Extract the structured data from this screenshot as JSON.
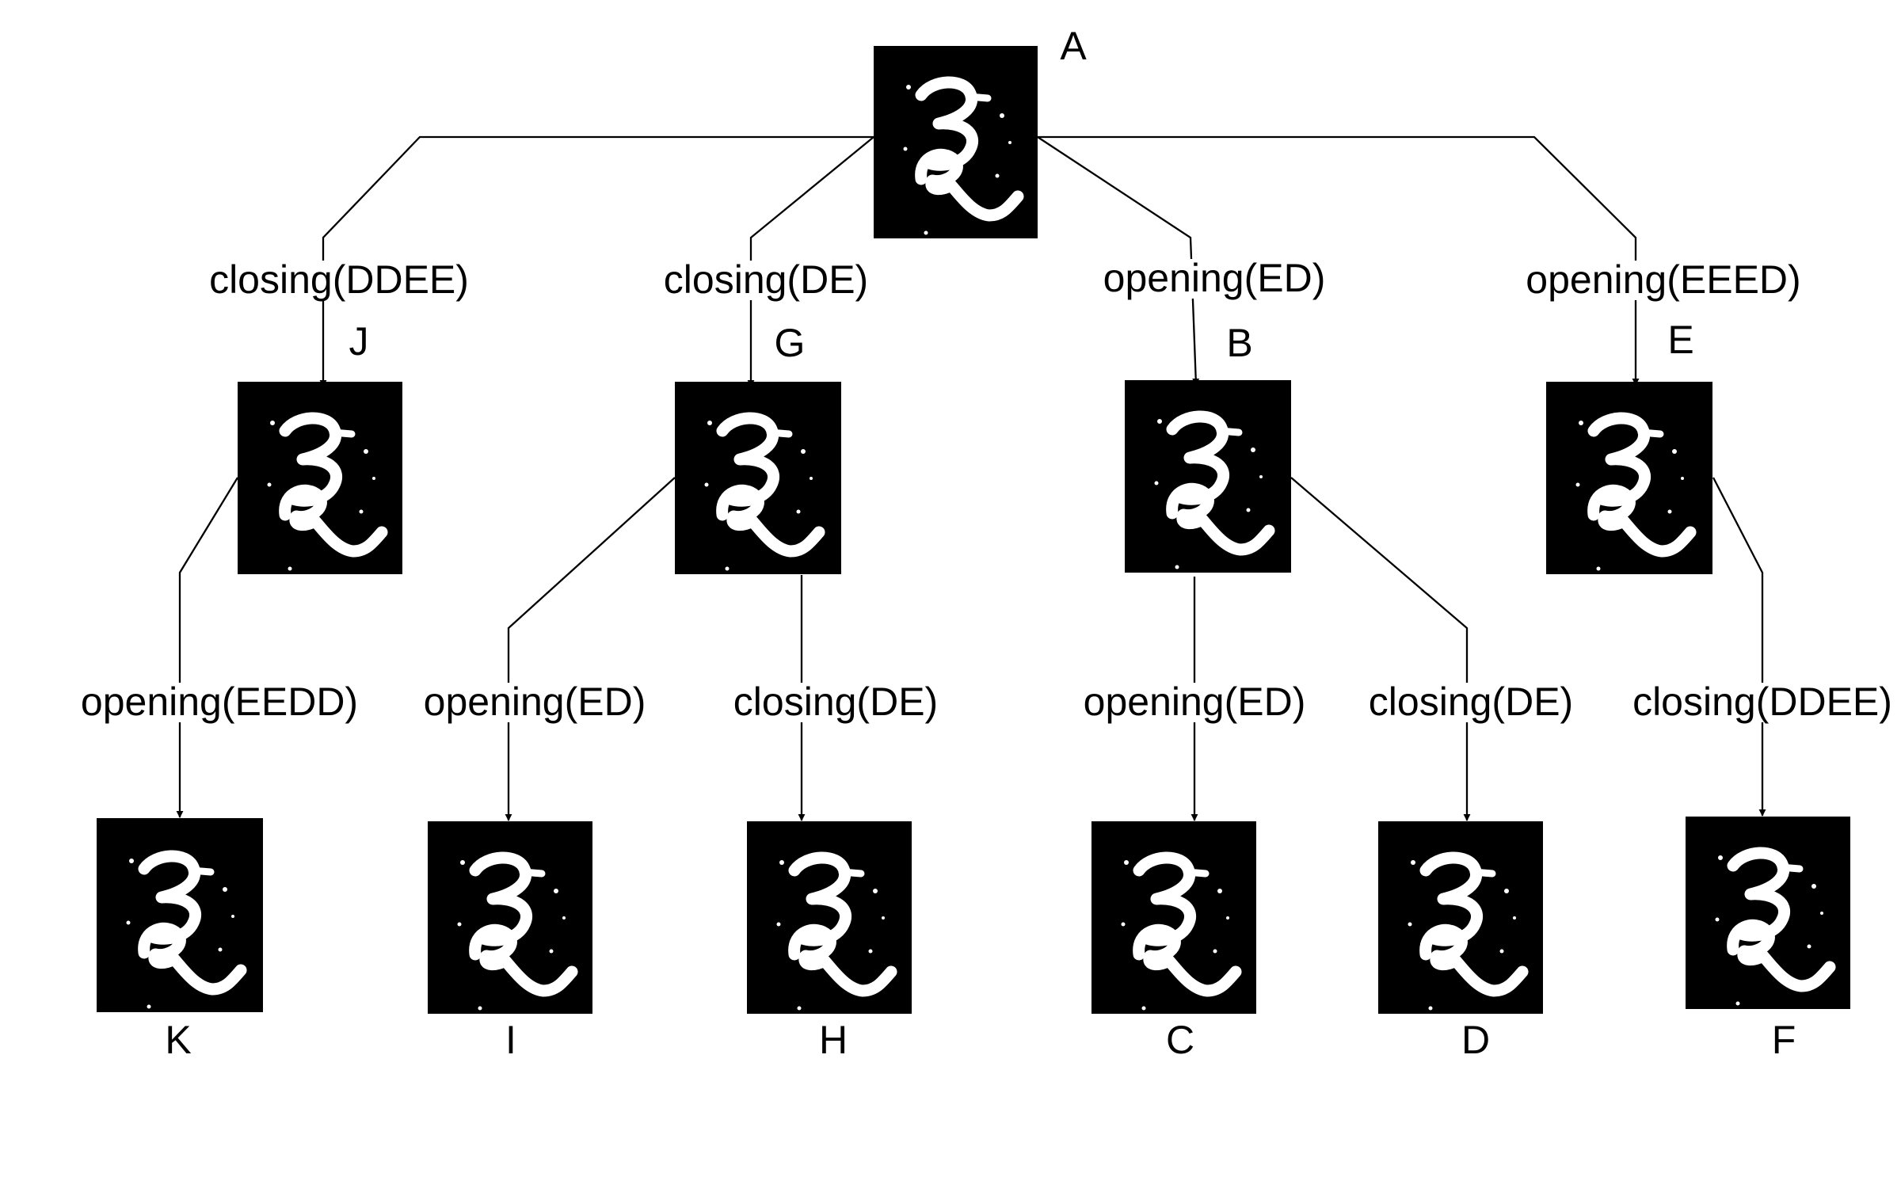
{
  "nodes": [
    {
      "id": "A",
      "label": "A",
      "level": 0,
      "image": "binarized handwritten glyph (original)"
    },
    {
      "id": "J",
      "label": "J",
      "level": 1,
      "image": "binarized handwritten glyph"
    },
    {
      "id": "G",
      "label": "G",
      "level": 1,
      "image": "binarized handwritten glyph"
    },
    {
      "id": "B",
      "label": "B",
      "level": 1,
      "image": "binarized handwritten glyph"
    },
    {
      "id": "E",
      "label": "E",
      "level": 1,
      "image": "binarized handwritten glyph"
    },
    {
      "id": "K",
      "label": "K",
      "level": 2,
      "image": "binarized handwritten glyph"
    },
    {
      "id": "I",
      "label": "I",
      "level": 2,
      "image": "binarized handwritten glyph"
    },
    {
      "id": "H",
      "label": "H",
      "level": 2,
      "image": "binarized handwritten glyph"
    },
    {
      "id": "C",
      "label": "C",
      "level": 2,
      "image": "binarized handwritten glyph"
    },
    {
      "id": "D",
      "label": "D",
      "level": 2,
      "image": "binarized handwritten glyph"
    },
    {
      "id": "F",
      "label": "F",
      "level": 2,
      "image": "binarized handwritten glyph"
    }
  ],
  "edges": [
    {
      "from": "A",
      "to": "J",
      "operation": "closing(DDEE)"
    },
    {
      "from": "A",
      "to": "G",
      "operation": "closing(DE)"
    },
    {
      "from": "A",
      "to": "B",
      "operation": "opening(ED)"
    },
    {
      "from": "A",
      "to": "E",
      "operation": "opening(EEED)"
    },
    {
      "from": "J",
      "to": "K",
      "operation": "opening(EEDD)"
    },
    {
      "from": "G",
      "to": "I",
      "operation": "opening(ED)"
    },
    {
      "from": "G",
      "to": "H",
      "operation": "closing(DE)"
    },
    {
      "from": "B",
      "to": "C",
      "operation": "opening(ED)"
    },
    {
      "from": "B",
      "to": "D",
      "operation": "closing(DE)"
    },
    {
      "from": "E",
      "to": "F",
      "operation": "closing(DDEE)"
    }
  ]
}
